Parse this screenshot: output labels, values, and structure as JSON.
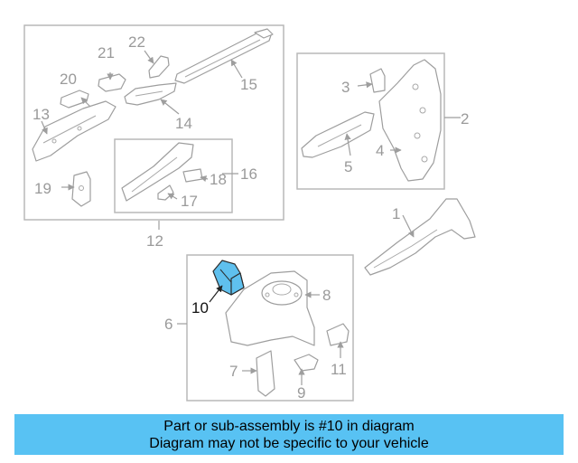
{
  "diagram": {
    "part_labels": [
      "1",
      "2",
      "3",
      "4",
      "5",
      "6",
      "7",
      "8",
      "9",
      "10",
      "11",
      "12",
      "13",
      "14",
      "15",
      "16",
      "17",
      "18",
      "19",
      "20",
      "21",
      "22"
    ],
    "highlighted_part": "10",
    "colors": {
      "highlight": "#5fc0ee",
      "banner": "#58c2f3",
      "line": "#9e9e9e"
    }
  },
  "banner": {
    "line1": "Part or sub-assembly is #10 in diagram",
    "line2": "Diagram may not be specific to your vehicle"
  }
}
